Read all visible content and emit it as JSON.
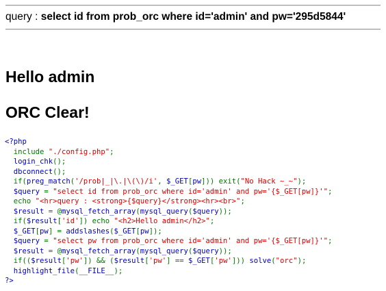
{
  "header": {
    "query_label": "query : ",
    "query_sql": "select id from prob_orc where id='admin' and pw='295d5844'"
  },
  "headings": {
    "hello": "Hello admin",
    "clear": "ORC Clear!"
  },
  "source": {
    "colors": {
      "default": "#0000bb",
      "keyword": "#007700",
      "string": "#dd0000",
      "html": "#000000"
    },
    "lines": [
      "<?php",
      "  include \"./config.php\";",
      "  login_chk();",
      "  dbconnect();",
      "  if(preg_match('/prob|_|\\.|\\(\\)/i', $_GET[pw])) exit(\"No Hack ~_~\");",
      "  $query = \"select id from prob_orc where id='admin' and pw='{$_GET[pw]}'\";",
      "  echo \"<hr>query : <strong>{$query}</strong><hr><br>\";",
      "  $result = @mysql_fetch_array(mysql_query($query));",
      "  if($result['id']) echo \"<h2>Hello admin</h2>\";",
      "  $_GET[pw] = addslashes($_GET[pw]);",
      "  $query = \"select pw from prob_orc where id='admin' and pw='{$_GET[pw]}'\";",
      "  $result = @mysql_fetch_array(mysql_query($query));",
      "  if(($result['pw']) && ($result['pw'] == $_GET['pw'])) solve(\"orc\");",
      "  highlight_file(__FILE__);",
      "?>"
    ]
  }
}
